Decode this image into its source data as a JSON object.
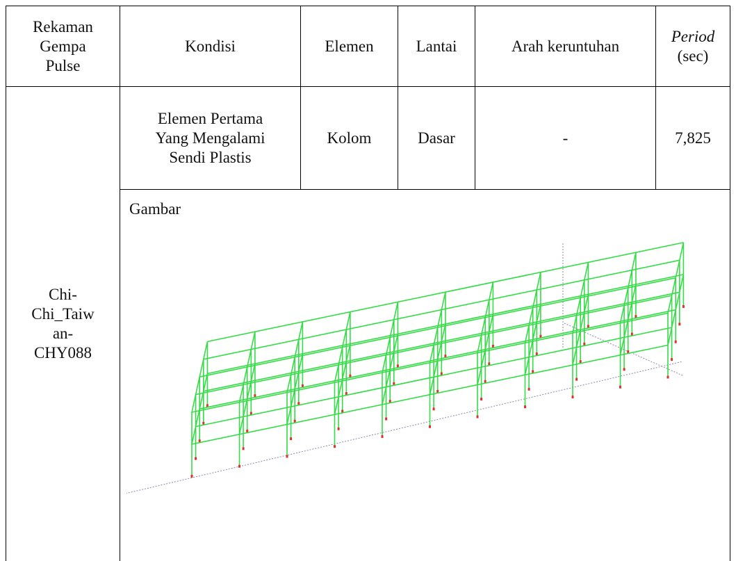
{
  "header": {
    "col1": [
      "Rekaman",
      "Gempa",
      "Pulse"
    ],
    "col2": "Kondisi",
    "col3": "Elemen",
    "col4": "Lantai",
    "col5": "Arah keruntuhan",
    "col6_italic": "Period",
    "col6_unit": "(sec)"
  },
  "row": {
    "record": [
      "Chi-",
      "Chi_Taiw",
      "an-",
      "CHY088"
    ],
    "kondisi": [
      "Elemen Pertama",
      "Yang Mengalami",
      "Sendi Plastis"
    ],
    "elemen": "Kolom",
    "lantai": "Dasar",
    "arah": "-",
    "period": "7,825",
    "gambar_label": "Gambar"
  },
  "figure": {
    "frame_color": "#33dd44",
    "hinge_color": "#e03030",
    "axis_color": "#8888aa"
  }
}
